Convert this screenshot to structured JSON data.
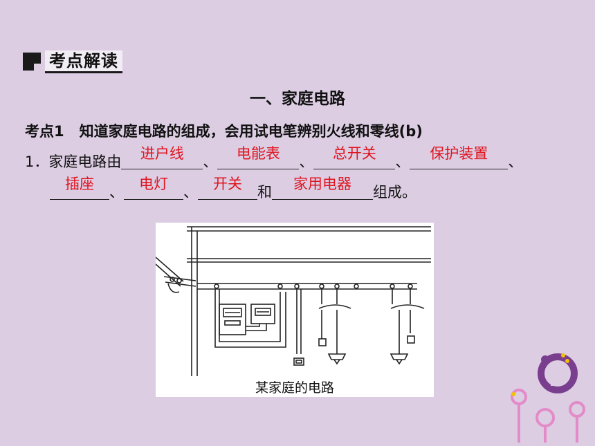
{
  "badge": {
    "label": "考点解读"
  },
  "section": {
    "title": "一、家庭电路"
  },
  "kaodian": {
    "label": "考点1",
    "text": "知道家庭电路的组成，会用试电笔辨别火线和零线(b)"
  },
  "question": {
    "number": "1．",
    "prefix": "家庭电路由",
    "sep": "、",
    "and_word": "和",
    "suffix": "组成。",
    "answers": [
      "进户线",
      "电能表",
      "总开关",
      "保护装置",
      "插座",
      "电灯",
      "开关",
      "家用电器"
    ]
  },
  "figure": {
    "caption": "某家庭的电路"
  },
  "colors": {
    "background": "#dccde3",
    "answer": "#e0141e",
    "deco_purple": "#7a3e8f",
    "deco_yellow": "#f2c200"
  }
}
